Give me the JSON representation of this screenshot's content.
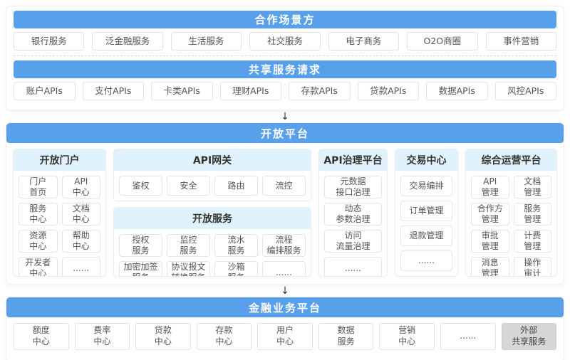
{
  "colors": {
    "primary_blue": "#58a0e9",
    "panel_header_blue": "#e0f2fc",
    "gray_cell_bg": "#d6d6d6"
  },
  "arrow_down": "↓",
  "section_scenarios": {
    "title": "合作场景方",
    "items": [
      "银行服务",
      "泛金融服务",
      "生活服务",
      "社交服务",
      "电子商务",
      "O2O商圈",
      "事件营销"
    ]
  },
  "section_shared_requests": {
    "title": "共享服务请求",
    "items": [
      "账户APIs",
      "支付APIs",
      "卡类APIs",
      "理财APIs",
      "存款APIs",
      "贷款APIs",
      "数据APIs",
      "风控APIs"
    ]
  },
  "section_open_platform": {
    "title": "开放平台",
    "portal": {
      "title": "开放门户",
      "cells": [
        "门户\n首页",
        "API\n中心",
        "服务\n中心",
        "文档\n中心",
        "资源\n中心",
        "帮助\n中心",
        "开发者\n中心",
        "......"
      ]
    },
    "gateway": {
      "title": "API网关",
      "cells": [
        "鉴权",
        "安全",
        "路由",
        "流控"
      ]
    },
    "open_services": {
      "title": "开放服务",
      "cells": [
        "授权\n服务",
        "监控\n服务",
        "流水\n服务",
        "流程\n编排服务",
        "加密加签\n服务",
        "协议报文\n转换服务",
        "沙箱\n服务",
        "......"
      ]
    },
    "governance": {
      "title": "API治理平台",
      "cells": [
        "元数据\n接口治理",
        "动态\n参数治理",
        "访问\n流量治理",
        "......"
      ]
    },
    "trade": {
      "title": "交易中心",
      "cells": [
        "交易编排",
        "订单管理",
        "退款管理",
        "......"
      ]
    },
    "operation": {
      "title": "综合运营平台",
      "cells": [
        "API\n管理",
        "文档\n管理",
        "合作方\n管理",
        "服务\n管理",
        "审批\n管理",
        "计费\n管理",
        "消息\n管理",
        "操作\n审计"
      ]
    }
  },
  "section_finance": {
    "title": "金融业务平台",
    "items": [
      "额度\n中心",
      "费率\n中心",
      "贷款\n中心",
      "存款\n中心",
      "用户\n中心",
      "数据\n服务",
      "营销\n中心",
      "......",
      "外部\n共享服务"
    ]
  }
}
